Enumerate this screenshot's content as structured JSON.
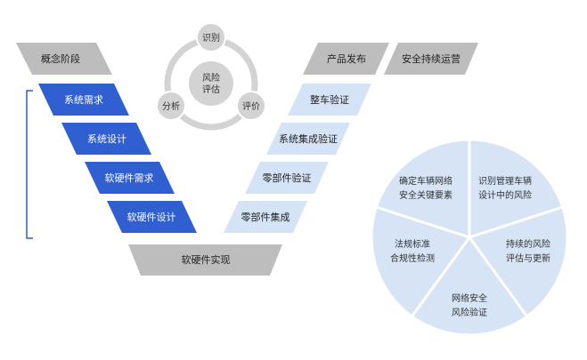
{
  "v_model": {
    "concept_phase": "概念阶段",
    "left_steps": [
      "系统需求",
      "系统设计",
      "软硬件需求",
      "软硬件设计"
    ],
    "bottom_step": "软硬件实现",
    "right_steps": [
      "整车验证",
      "系统集成验证",
      "零部件验证",
      "零部件集成"
    ],
    "product_release": "产品发布",
    "safe_operation": "安全持续运营"
  },
  "risk_cycle": {
    "center_line1": "风险",
    "center_line2": "评估",
    "nodes": [
      "识别",
      "评价",
      "分析"
    ]
  },
  "pie": {
    "segments": [
      {
        "line1": "确定车辆网络",
        "line2": "安全关键要素"
      },
      {
        "line1": "识别管理车辆",
        "line2": "设计中的风险"
      },
      {
        "line1": "持续的风险",
        "line2": "评估与更新"
      },
      {
        "line1": "网络安全",
        "line2": "风险验证"
      },
      {
        "line1": "法规标准",
        "line2": "合规性检测"
      }
    ]
  },
  "colors": {
    "blue_dark": "#2f5fd0",
    "blue_light": "#d5e3f7",
    "gray_banner": "#bdbdbd",
    "gray_circle": "#d3d3d3",
    "pie_fill": "#d6e4f6"
  }
}
